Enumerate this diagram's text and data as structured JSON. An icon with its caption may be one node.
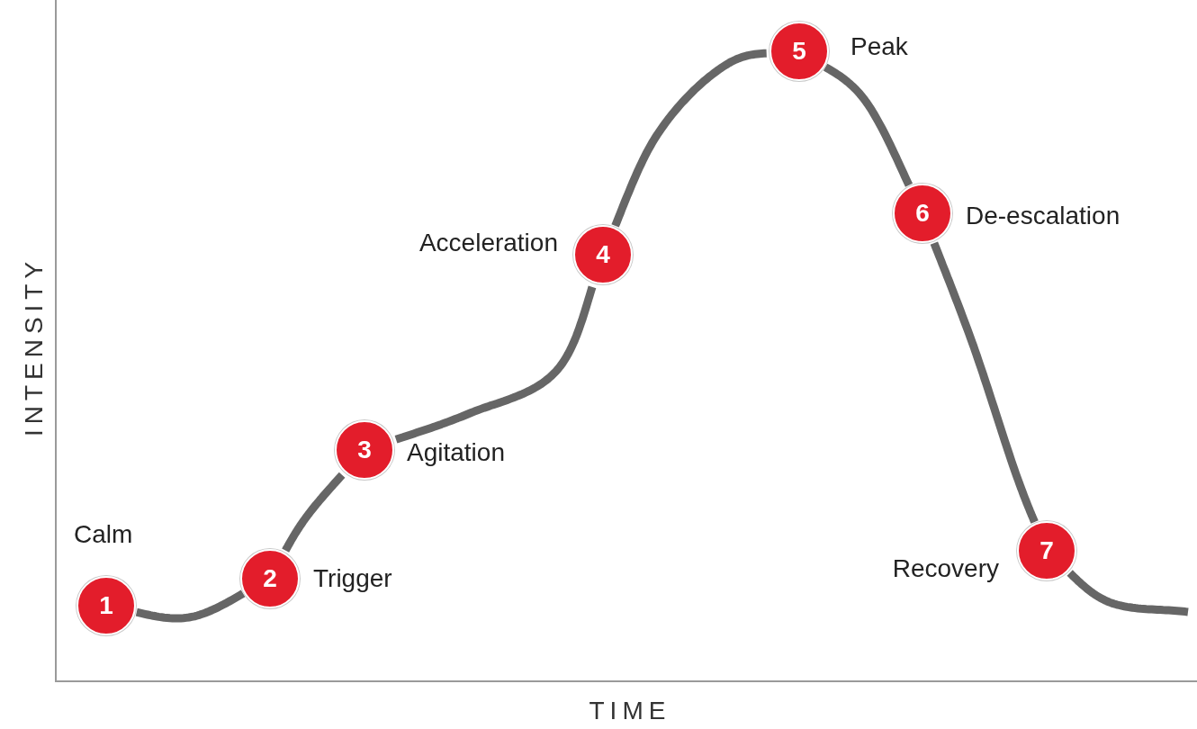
{
  "diagram": {
    "nodes": [
      {
        "text": [
          "1"
        ],
        "beside": [
          "Calm"
        ]
      },
      {
        "text": [
          "2"
        ],
        "beside": [
          "Trigger"
        ]
      },
      {
        "text": [
          "3"
        ],
        "beside": [
          "Agitation"
        ]
      },
      {
        "text": [
          "4"
        ],
        "beside": [
          "Acceleration"
        ]
      },
      {
        "text": [
          "5"
        ],
        "beside": [
          "Peak"
        ]
      },
      {
        "text": [
          "6"
        ],
        "beside": [
          "De-escalation"
        ]
      },
      {
        "text": [
          "7"
        ],
        "beside": [
          "Recovery"
        ]
      }
    ],
    "edges": [
      {
        "from": 0,
        "to": 1,
        "arrow": "none"
      },
      {
        "from": 1,
        "to": 2,
        "arrow": "none"
      },
      {
        "from": 2,
        "to": 3,
        "arrow": "none"
      },
      {
        "from": 3,
        "to": 4,
        "arrow": "none"
      },
      {
        "from": 4,
        "to": 5,
        "arrow": "none"
      },
      {
        "from": 5,
        "to": 6,
        "arrow": "none"
      },
      {
        "from": 6,
        "to": null,
        "arrow": "none"
      }
    ],
    "labels": [
      "INTENSITY",
      "TIME"
    ]
  }
}
